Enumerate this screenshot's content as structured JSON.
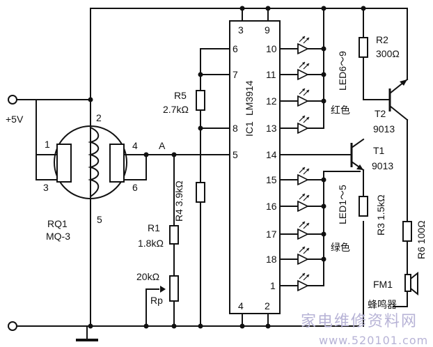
{
  "supply": {
    "label": "+5V"
  },
  "sensor": {
    "ref": "RQ1",
    "model": "MQ-3",
    "pins": {
      "p1": "1",
      "p2": "2",
      "p3": "3",
      "p4": "4",
      "p5": "5",
      "p6": "6"
    }
  },
  "node_a": "A",
  "ic": {
    "ref": "IC1",
    "model": "LM3914",
    "pins": {
      "p3": "3",
      "p9": "9",
      "p6": "6",
      "p7": "7",
      "p8": "8",
      "p5": "5",
      "p10": "10",
      "p11": "11",
      "p12": "12",
      "p13": "13",
      "p14": "14",
      "p15": "15",
      "p16": "16",
      "p17": "17",
      "p18": "18",
      "p1": "1",
      "p4": "4",
      "p2": "2"
    }
  },
  "resistors": {
    "r1": {
      "ref": "R1",
      "value": "1.8kΩ"
    },
    "r2": {
      "ref": "R2",
      "value": "300Ω"
    },
    "r3": {
      "ref": "R3",
      "value": "1.5kΩ"
    },
    "r4": {
      "ref": "R4",
      "value": "3.9kΩ"
    },
    "r5": {
      "ref": "R5",
      "value": "2.7kΩ"
    },
    "r6": {
      "ref": "R6",
      "value": "100Ω"
    },
    "rp": {
      "ref": "Rp",
      "value": "20kΩ"
    }
  },
  "transistors": {
    "t1": {
      "ref": "T1",
      "model": "9013"
    },
    "t2": {
      "ref": "T2",
      "model": "9013"
    }
  },
  "leds": {
    "red": {
      "label": "LED6～9",
      "color_label": "红色"
    },
    "green": {
      "label": "LED1～5",
      "color_label": "绿色"
    }
  },
  "buzzer": {
    "ref": "FM1",
    "name": "蜂鸣器"
  },
  "watermark": {
    "line1": "家电维修资料网",
    "line2": "www.520101.com"
  }
}
